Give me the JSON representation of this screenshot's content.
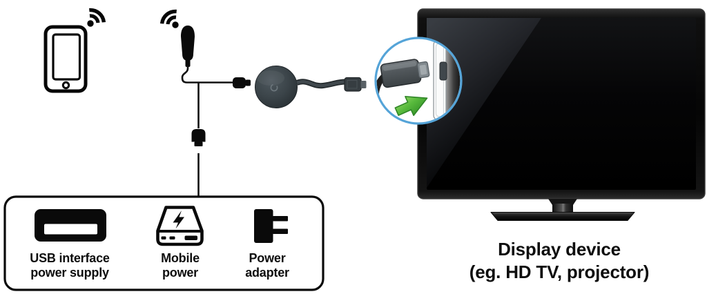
{
  "diagram": {
    "source_device": {
      "icon": "smartphone-icon",
      "wifi_icon": "wifi-signal-icon"
    },
    "receiver": {
      "antenna_icon": "wifi-antenna-icon",
      "wifi_icon": "wifi-signal-icon",
      "dongle_icon": "streaming-dongle-icon",
      "hdmi_connector_icon": "hdmi-connector-icon",
      "micro_usb_plug_icon": "micro-usb-plug-icon",
      "usb_plug_icon": "usb-plug-icon"
    },
    "callout": {
      "hdmi_plug_icon": "hdmi-plug-icon",
      "hdmi_port_icon": "hdmi-port-icon",
      "arrow_icon": "insert-arrow-icon",
      "border_color": "#55a4d8",
      "arrow_color": "#4caf38"
    },
    "display_device": {
      "tv_icon": "tv-icon",
      "label_line1": "Display device",
      "label_line2": "(eg. HD TV, projector)"
    },
    "power_options": {
      "items": [
        {
          "icon": "usb-port-icon",
          "label_line1": "USB interface",
          "label_line2": "power supply"
        },
        {
          "icon": "power-bank-icon",
          "label_line1": "Mobile",
          "label_line2": "power"
        },
        {
          "icon": "power-adapter-icon",
          "label_line1": "Power",
          "label_line2": "adapter"
        }
      ]
    },
    "colors": {
      "line_art": "#0a0a0a",
      "callout_border": "#55a4d8",
      "arrow_green": "#4caf38",
      "dongle_gray": "#3b4449",
      "background": "#ffffff"
    }
  }
}
